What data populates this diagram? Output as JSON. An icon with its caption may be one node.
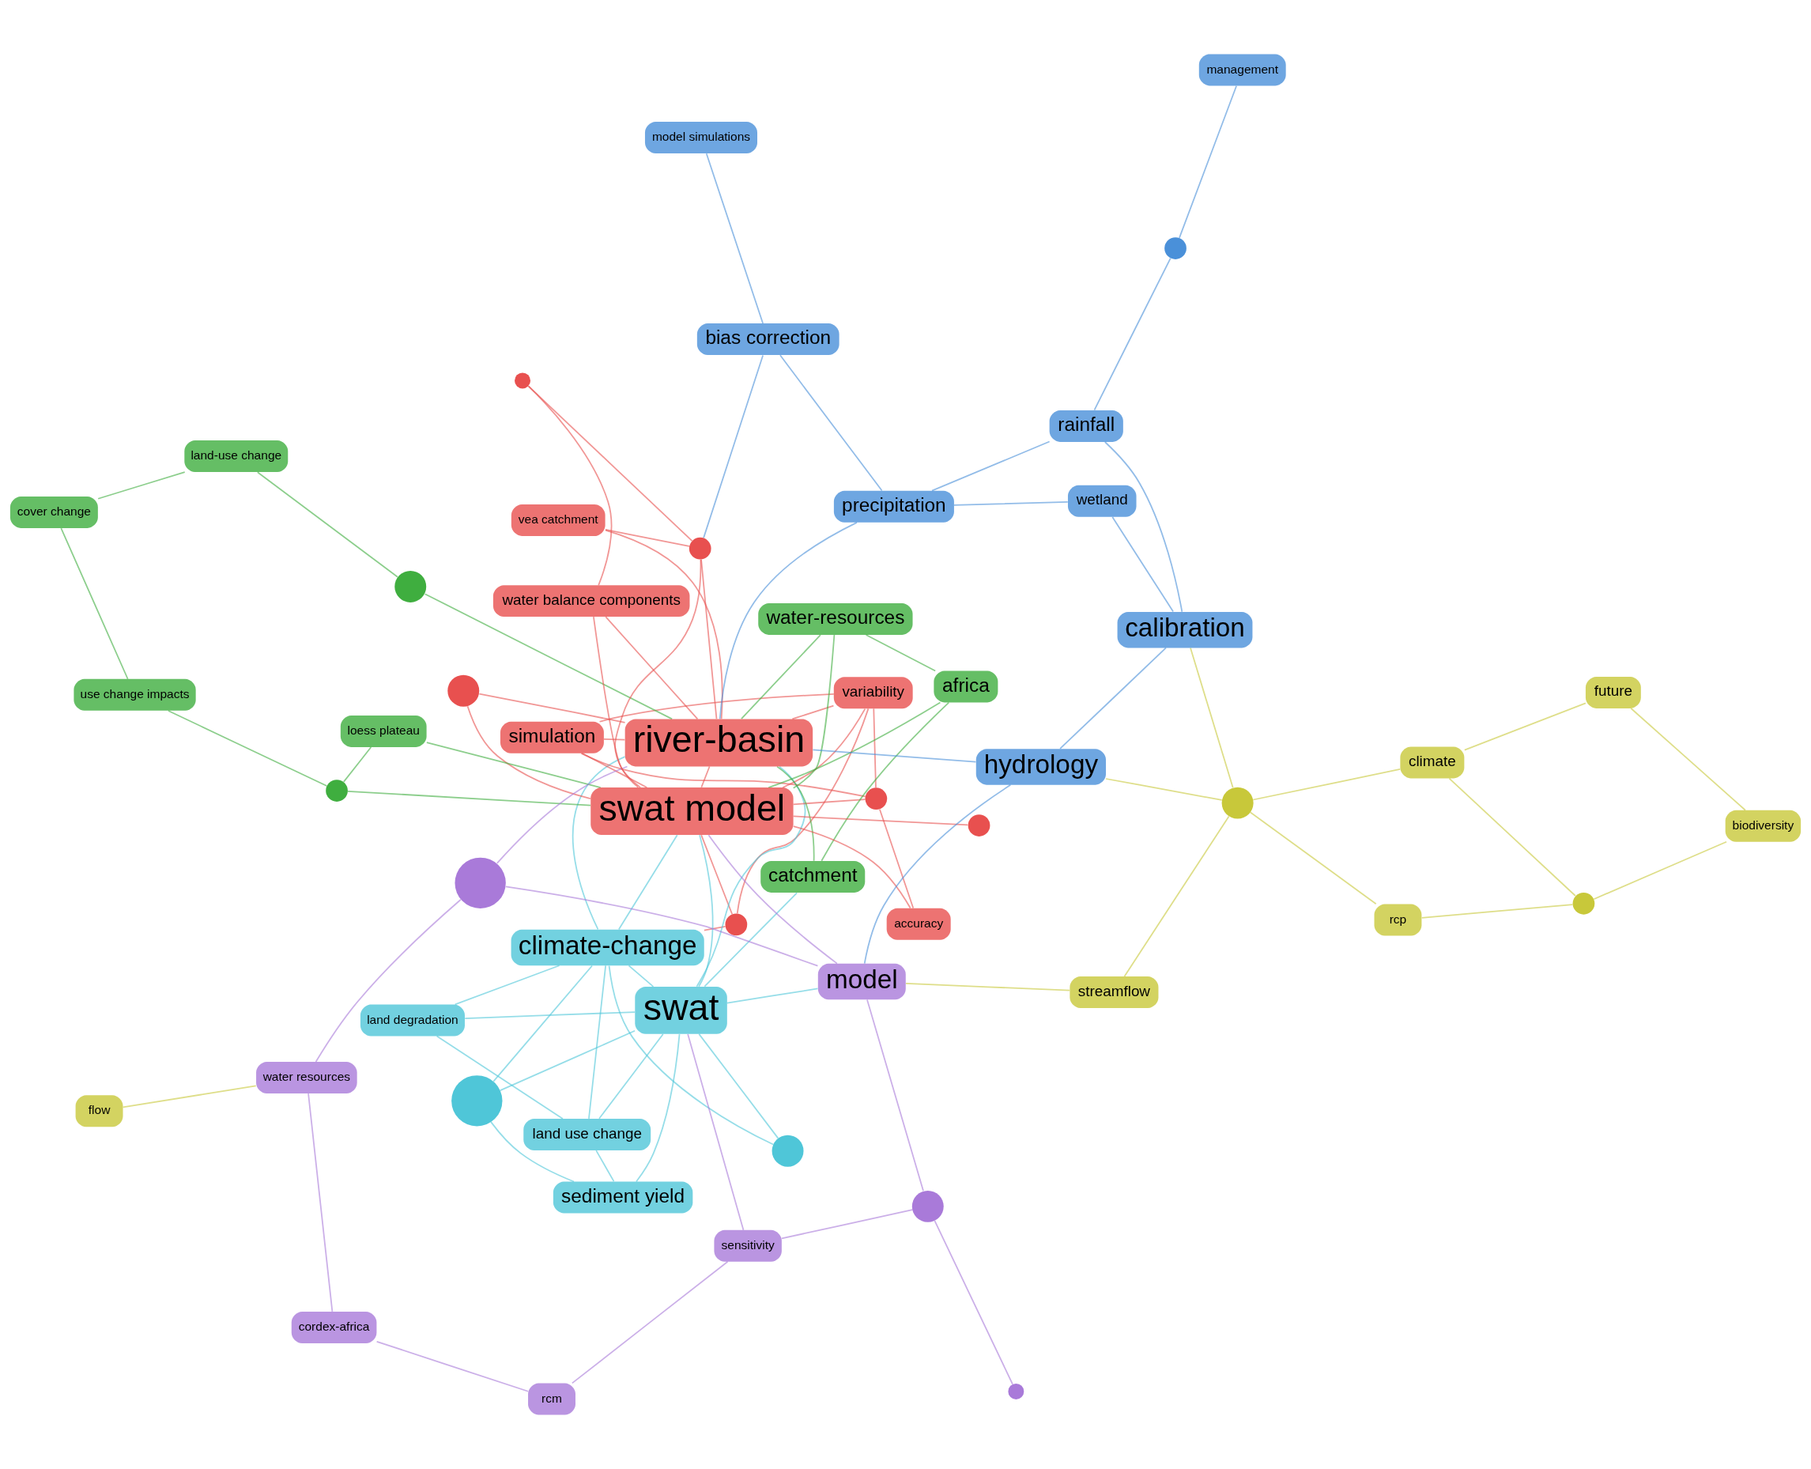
{
  "diagram": {
    "nodes": [
      {
        "text": [
          "land degradation"
        ]
      },
      {
        "text": [
          "land use change"
        ]
      },
      {
        "text": [],
        "shape": "circle"
      },
      {
        "text": [
          "climate-change"
        ]
      },
      {
        "text": [],
        "shape": "circle"
      },
      {
        "text": [
          "sediment yield"
        ]
      },
      {
        "text": [],
        "shape": "circle"
      },
      {
        "text": [
          "swat"
        ]
      },
      {
        "text": [
          "variability"
        ]
      },
      {
        "text": [
          "sensitivity"
        ]
      },
      {
        "text": [
          "rcm"
        ]
      },
      {
        "text": [
          "simulation"
        ]
      },
      {
        "text": [],
        "shape": "circle"
      },
      {
        "text": [
          "africa"
        ]
      },
      {
        "text": [
          "catchment"
        ]
      },
      {
        "text": [],
        "shape": "circle"
      },
      {
        "text": [],
        "shape": "circle"
      },
      {
        "text": [
          "cordex-africa"
        ]
      },
      {
        "text": [],
        "shape": "circle"
      },
      {
        "text": [
          "water-resources"
        ]
      },
      {
        "text": [
          "accuracy"
        ]
      },
      {
        "text": [
          "streamflow"
        ]
      },
      {
        "text": [
          "loess plateau"
        ]
      },
      {
        "text": [],
        "shape": "circle"
      },
      {
        "text": [
          "swat model"
        ]
      },
      {
        "text": [
          "model"
        ]
      },
      {
        "text": [],
        "shape": "circle"
      },
      {
        "text": [
          "use change impacts"
        ]
      },
      {
        "text": [
          "river-basin"
        ]
      },
      {
        "text": [],
        "shape": "circle"
      },
      {
        "text": [
          "flow"
        ]
      },
      {
        "text": [
          "rcp"
        ]
      },
      {
        "text": [
          "cover change"
        ]
      },
      {
        "text": [
          "water resources"
        ]
      },
      {
        "text": [
          "land-use change"
        ]
      },
      {
        "text": [
          "hydrology"
        ]
      },
      {
        "text": [
          "vea catchment"
        ]
      },
      {
        "text": [],
        "shape": "circle"
      },
      {
        "text": [
          "water balance components"
        ]
      },
      {
        "text": [],
        "shape": "circle"
      },
      {
        "text": [
          "wetland"
        ]
      },
      {
        "text": [
          "calibration"
        ]
      },
      {
        "text": [],
        "shape": "circle"
      },
      {
        "text": [
          "climate"
        ]
      },
      {
        "text": [],
        "shape": "circle"
      },
      {
        "text": [
          "precipitation"
        ]
      },
      {
        "text": [
          "biodiversity"
        ]
      },
      {
        "text": [
          "rainfall"
        ]
      },
      {
        "text": [],
        "shape": "circle"
      },
      {
        "text": [
          "bias correction"
        ]
      },
      {
        "text": [],
        "shape": "circle"
      },
      {
        "text": [
          "future"
        ]
      },
      {
        "text": [
          "management"
        ]
      },
      {
        "text": [
          "model simulations"
        ]
      }
    ],
    "edges": [
      {
        "from": 0,
        "to": 1,
        "arrow": "none",
        "color": "#4fc6d8"
      },
      {
        "from": 0,
        "to": 3,
        "arrow": "none",
        "color": "#4fc6d8"
      },
      {
        "from": 0,
        "to": 7,
        "arrow": "none",
        "color": "#4fc6d8"
      },
      {
        "from": 1,
        "to": 3,
        "arrow": "none",
        "color": "#4fc6d8"
      },
      {
        "from": 1,
        "to": 7,
        "arrow": "none",
        "color": "#4fc6d8"
      },
      {
        "from": 1,
        "to": 5,
        "arrow": "none",
        "color": "#4fc6d8"
      },
      {
        "from": 3,
        "to": 4,
        "arrow": "none",
        "color": "#4fc6d8"
      },
      {
        "from": 3,
        "to": 7,
        "arrow": "none",
        "color": "#4fc6d8"
      },
      {
        "from": 3,
        "to": 24,
        "arrow": "none",
        "color": "#4fc6d8"
      },
      {
        "from": 3,
        "to": 28,
        "arrow": "none",
        "color": "#4fc6d8"
      },
      {
        "from": 4,
        "to": 7,
        "arrow": "none",
        "color": "#4fc6d8"
      },
      {
        "from": 5,
        "to": 7,
        "arrow": "none",
        "color": "#4fc6d8"
      },
      {
        "from": 5,
        "to": 6,
        "arrow": "none",
        "color": "#4fc6d8"
      },
      {
        "from": 6,
        "to": 7,
        "arrow": "none",
        "color": "#4fc6d8"
      },
      {
        "from": 7,
        "to": 24,
        "arrow": "none",
        "color": "#4fc6d8"
      },
      {
        "from": 7,
        "to": 28,
        "arrow": "none",
        "color": "#4fc6d8"
      },
      {
        "from": 7,
        "to": 14,
        "arrow": "none",
        "color": "#4fc6d8"
      },
      {
        "from": 7,
        "to": 25,
        "arrow": "none",
        "color": "#4fc6d8"
      },
      {
        "from": 3,
        "to": 6,
        "arrow": "none",
        "color": "#4fc6d8"
      },
      {
        "from": 2,
        "to": 3,
        "arrow": "none",
        "color": "#e8504f"
      },
      {
        "from": 2,
        "to": 8,
        "arrow": "none",
        "color": "#e8504f"
      },
      {
        "from": 2,
        "to": 24,
        "arrow": "none",
        "color": "#e8504f"
      },
      {
        "from": 8,
        "to": 11,
        "arrow": "none",
        "color": "#e8504f"
      },
      {
        "from": 8,
        "to": 12,
        "arrow": "none",
        "color": "#e8504f"
      },
      {
        "from": 8,
        "to": 24,
        "arrow": "none",
        "color": "#e8504f"
      },
      {
        "from": 8,
        "to": 28,
        "arrow": "none",
        "color": "#e8504f"
      },
      {
        "from": 11,
        "to": 12,
        "arrow": "none",
        "color": "#e8504f"
      },
      {
        "from": 11,
        "to": 24,
        "arrow": "none",
        "color": "#e8504f"
      },
      {
        "from": 11,
        "to": 28,
        "arrow": "none",
        "color": "#e8504f"
      },
      {
        "from": 12,
        "to": 20,
        "arrow": "none",
        "color": "#e8504f"
      },
      {
        "from": 12,
        "to": 24,
        "arrow": "none",
        "color": "#e8504f"
      },
      {
        "from": 18,
        "to": 24,
        "arrow": "none",
        "color": "#e8504f"
      },
      {
        "from": 18,
        "to": 28,
        "arrow": "none",
        "color": "#e8504f"
      },
      {
        "from": 20,
        "to": 24,
        "arrow": "none",
        "color": "#e8504f"
      },
      {
        "from": 23,
        "to": 24,
        "arrow": "none",
        "color": "#e8504f"
      },
      {
        "from": 24,
        "to": 28,
        "arrow": "none",
        "color": "#e8504f"
      },
      {
        "from": 28,
        "to": 36,
        "arrow": "none",
        "color": "#e8504f"
      },
      {
        "from": 28,
        "to": 38,
        "arrow": "none",
        "color": "#e8504f"
      },
      {
        "from": 36,
        "to": 48,
        "arrow": "none",
        "color": "#e8504f"
      },
      {
        "from": 38,
        "to": 39,
        "arrow": "none",
        "color": "#e8504f"
      },
      {
        "from": 39,
        "to": 48,
        "arrow": "none",
        "color": "#e8504f"
      },
      {
        "from": 48,
        "to": 28,
        "arrow": "none",
        "color": "#e8504f"
      },
      {
        "from": 48,
        "to": 24,
        "arrow": "none",
        "color": "#e8504f"
      },
      {
        "from": 38,
        "to": 24,
        "arrow": "none",
        "color": "#e8504f"
      },
      {
        "from": 13,
        "to": 19,
        "arrow": "none",
        "color": "#3fae3f"
      },
      {
        "from": 13,
        "to": 24,
        "arrow": "none",
        "color": "#3fae3f"
      },
      {
        "from": 13,
        "to": 14,
        "arrow": "none",
        "color": "#3fae3f"
      },
      {
        "from": 14,
        "to": 28,
        "arrow": "none",
        "color": "#3fae3f"
      },
      {
        "from": 19,
        "to": 24,
        "arrow": "none",
        "color": "#3fae3f"
      },
      {
        "from": 22,
        "to": 26,
        "arrow": "none",
        "color": "#3fae3f"
      },
      {
        "from": 26,
        "to": 27,
        "arrow": "none",
        "color": "#3fae3f"
      },
      {
        "from": 27,
        "to": 32,
        "arrow": "none",
        "color": "#3fae3f"
      },
      {
        "from": 32,
        "to": 34,
        "arrow": "none",
        "color": "#3fae3f"
      },
      {
        "from": 34,
        "to": 37,
        "arrow": "none",
        "color": "#3fae3f"
      },
      {
        "from": 37,
        "to": 28,
        "arrow": "none",
        "color": "#3fae3f"
      },
      {
        "from": 22,
        "to": 24,
        "arrow": "none",
        "color": "#3fae3f"
      },
      {
        "from": 26,
        "to": 24,
        "arrow": "none",
        "color": "#3fae3f"
      },
      {
        "from": 19,
        "to": 28,
        "arrow": "none",
        "color": "#3fae3f"
      },
      {
        "from": 9,
        "to": 10,
        "arrow": "none",
        "color": "#a97ad9"
      },
      {
        "from": 9,
        "to": 16,
        "arrow": "none",
        "color": "#a97ad9"
      },
      {
        "from": 10,
        "to": 17,
        "arrow": "none",
        "color": "#a97ad9"
      },
      {
        "from": 15,
        "to": 16,
        "arrow": "none",
        "color": "#a97ad9"
      },
      {
        "from": 16,
        "to": 25,
        "arrow": "none",
        "color": "#a97ad9"
      },
      {
        "from": 17,
        "to": 33,
        "arrow": "none",
        "color": "#a97ad9"
      },
      {
        "from": 25,
        "to": 29,
        "arrow": "none",
        "color": "#a97ad9"
      },
      {
        "from": 29,
        "to": 28,
        "arrow": "none",
        "color": "#a97ad9"
      },
      {
        "from": 33,
        "to": 29,
        "arrow": "none",
        "color": "#a97ad9"
      },
      {
        "from": 25,
        "to": 24,
        "arrow": "none",
        "color": "#a97ad9"
      },
      {
        "from": 9,
        "to": 7,
        "arrow": "none",
        "color": "#a97ad9"
      },
      {
        "from": 35,
        "to": 41,
        "arrow": "none",
        "color": "#4a90d9"
      },
      {
        "from": 35,
        "to": 28,
        "arrow": "none",
        "color": "#4a90d9"
      },
      {
        "from": 40,
        "to": 41,
        "arrow": "none",
        "color": "#4a90d9"
      },
      {
        "from": 40,
        "to": 45,
        "arrow": "none",
        "color": "#4a90d9"
      },
      {
        "from": 41,
        "to": 47,
        "arrow": "none",
        "color": "#4a90d9"
      },
      {
        "from": 45,
        "to": 49,
        "arrow": "none",
        "color": "#4a90d9"
      },
      {
        "from": 47,
        "to": 50,
        "arrow": "none",
        "color": "#4a90d9"
      },
      {
        "from": 49,
        "to": 53,
        "arrow": "none",
        "color": "#4a90d9"
      },
      {
        "from": 50,
        "to": 52,
        "arrow": "none",
        "color": "#4a90d9"
      },
      {
        "from": 45,
        "to": 28,
        "arrow": "none",
        "color": "#4a90d9"
      },
      {
        "from": 35,
        "to": 25,
        "arrow": "none",
        "color": "#4a90d9"
      },
      {
        "from": 49,
        "to": 48,
        "arrow": "none",
        "color": "#4a90d9"
      },
      {
        "from": 47,
        "to": 45,
        "arrow": "none",
        "color": "#4a90d9"
      },
      {
        "from": 21,
        "to": 42,
        "arrow": "none",
        "color": "#c8c83a"
      },
      {
        "from": 30,
        "to": 33,
        "arrow": "none",
        "color": "#c8c83a"
      },
      {
        "from": 31,
        "to": 44,
        "arrow": "none",
        "color": "#c8c83a"
      },
      {
        "from": 42,
        "to": 43,
        "arrow": "none",
        "color": "#c8c83a"
      },
      {
        "from": 43,
        "to": 44,
        "arrow": "none",
        "color": "#c8c83a"
      },
      {
        "from": 44,
        "to": 46,
        "arrow": "none",
        "color": "#c8c83a"
      },
      {
        "from": 43,
        "to": 51,
        "arrow": "none",
        "color": "#c8c83a"
      },
      {
        "from": 42,
        "to": 41,
        "arrow": "none",
        "color": "#c8c83a"
      },
      {
        "from": 21,
        "to": 25,
        "arrow": "none",
        "color": "#c8c83a"
      },
      {
        "from": 31,
        "to": 42,
        "arrow": "none",
        "color": "#c8c83a"
      },
      {
        "from": 51,
        "to": 46,
        "arrow": "none",
        "color": "#c8c83a"
      },
      {
        "from": 42,
        "to": 35,
        "arrow": "none",
        "color": "#c8c83a"
      }
    ]
  }
}
